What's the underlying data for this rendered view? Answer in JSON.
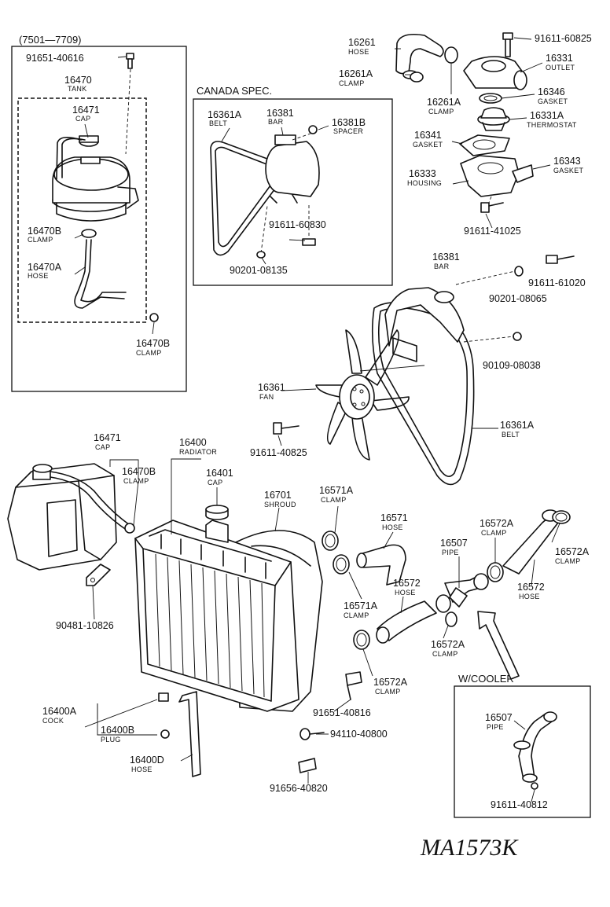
{
  "diagram_code": "MA1573K",
  "groups": {
    "tank_range": "(7501—7709)",
    "canada": "CANADA SPEC.",
    "cooler": "W/COOLER"
  },
  "parts": [
    {
      "id": "p01",
      "number": "91651-40616",
      "name": ""
    },
    {
      "id": "p02",
      "number": "16470",
      "name": "TANK"
    },
    {
      "id": "p03",
      "number": "16471",
      "name": "CAP"
    },
    {
      "id": "p04",
      "number": "16470B",
      "name": "CLAMP"
    },
    {
      "id": "p05",
      "number": "16470A",
      "name": "HOSE"
    },
    {
      "id": "p06",
      "number": "16470B",
      "name": "CLAMP"
    },
    {
      "id": "p07",
      "number": "16361A",
      "name": "BELT"
    },
    {
      "id": "p08",
      "number": "16381",
      "name": "BAR"
    },
    {
      "id": "p09",
      "number": "16381B",
      "name": "SPACER"
    },
    {
      "id": "p10",
      "number": "91611-60830",
      "name": ""
    },
    {
      "id": "p11",
      "number": "90201-08135",
      "name": ""
    },
    {
      "id": "p12",
      "number": "16261",
      "name": "HOSE"
    },
    {
      "id": "p13",
      "number": "16261A",
      "name": "CLAMP"
    },
    {
      "id": "p14",
      "number": "16261A",
      "name": "CLAMP"
    },
    {
      "id": "p15",
      "number": "91611-60825",
      "name": ""
    },
    {
      "id": "p16",
      "number": "16331",
      "name": "OUTLET"
    },
    {
      "id": "p17",
      "number": "16346",
      "name": "GASKET"
    },
    {
      "id": "p18",
      "number": "16331A",
      "name": "THERMOSTAT"
    },
    {
      "id": "p19",
      "number": "16341",
      "name": "GASKET"
    },
    {
      "id": "p20",
      "number": "16343",
      "name": "GASKET"
    },
    {
      "id": "p21",
      "number": "16333",
      "name": "HOUSING"
    },
    {
      "id": "p22",
      "number": "91611-41025",
      "name": ""
    },
    {
      "id": "p23",
      "number": "16381",
      "name": "BAR"
    },
    {
      "id": "p24",
      "number": "91611-61020",
      "name": ""
    },
    {
      "id": "p25",
      "number": "90201-08065",
      "name": ""
    },
    {
      "id": "p26",
      "number": "90109-08038",
      "name": ""
    },
    {
      "id": "p27",
      "number": "16361",
      "name": "FAN"
    },
    {
      "id": "p28",
      "number": "16361A",
      "name": "BELT"
    },
    {
      "id": "p29",
      "number": "91611-40825",
      "name": ""
    },
    {
      "id": "p30",
      "number": "16471",
      "name": "CAP"
    },
    {
      "id": "p31",
      "number": "16470B",
      "name": "CLAMP"
    },
    {
      "id": "p32",
      "number": "16400",
      "name": "RADIATOR"
    },
    {
      "id": "p33",
      "number": "16401",
      "name": "CAP"
    },
    {
      "id": "p34",
      "number": "16701",
      "name": "SHROUD"
    },
    {
      "id": "p35",
      "number": "16571A",
      "name": "CLAMP"
    },
    {
      "id": "p36",
      "number": "16571",
      "name": "HOSE"
    },
    {
      "id": "p37",
      "number": "16572A",
      "name": "CLAMP"
    },
    {
      "id": "p38",
      "number": "16507",
      "name": "PIPE"
    },
    {
      "id": "p39",
      "number": "16572A",
      "name": "CLAMP"
    },
    {
      "id": "p40",
      "number": "16571A",
      "name": "CLAMP"
    },
    {
      "id": "p41",
      "number": "16572",
      "name": "HOSE"
    },
    {
      "id": "p42",
      "number": "16572",
      "name": "HOSE"
    },
    {
      "id": "p43",
      "number": "16572A",
      "name": "CLAMP"
    },
    {
      "id": "p44",
      "number": "16572A",
      "name": "CLAMP"
    },
    {
      "id": "p45",
      "number": "90481-10826",
      "name": ""
    },
    {
      "id": "p46",
      "number": "16400A",
      "name": "COCK"
    },
    {
      "id": "p47",
      "number": "16400B",
      "name": "PLUG"
    },
    {
      "id": "p48",
      "number": "16400D",
      "name": "HOSE"
    },
    {
      "id": "p49",
      "number": "91651-40816",
      "name": ""
    },
    {
      "id": "p50",
      "number": "94110-40800",
      "name": ""
    },
    {
      "id": "p51",
      "number": "91656-40820",
      "name": ""
    },
    {
      "id": "p52",
      "number": "16507",
      "name": "PIPE"
    },
    {
      "id": "p53",
      "number": "91611-40812",
      "name": ""
    }
  ]
}
